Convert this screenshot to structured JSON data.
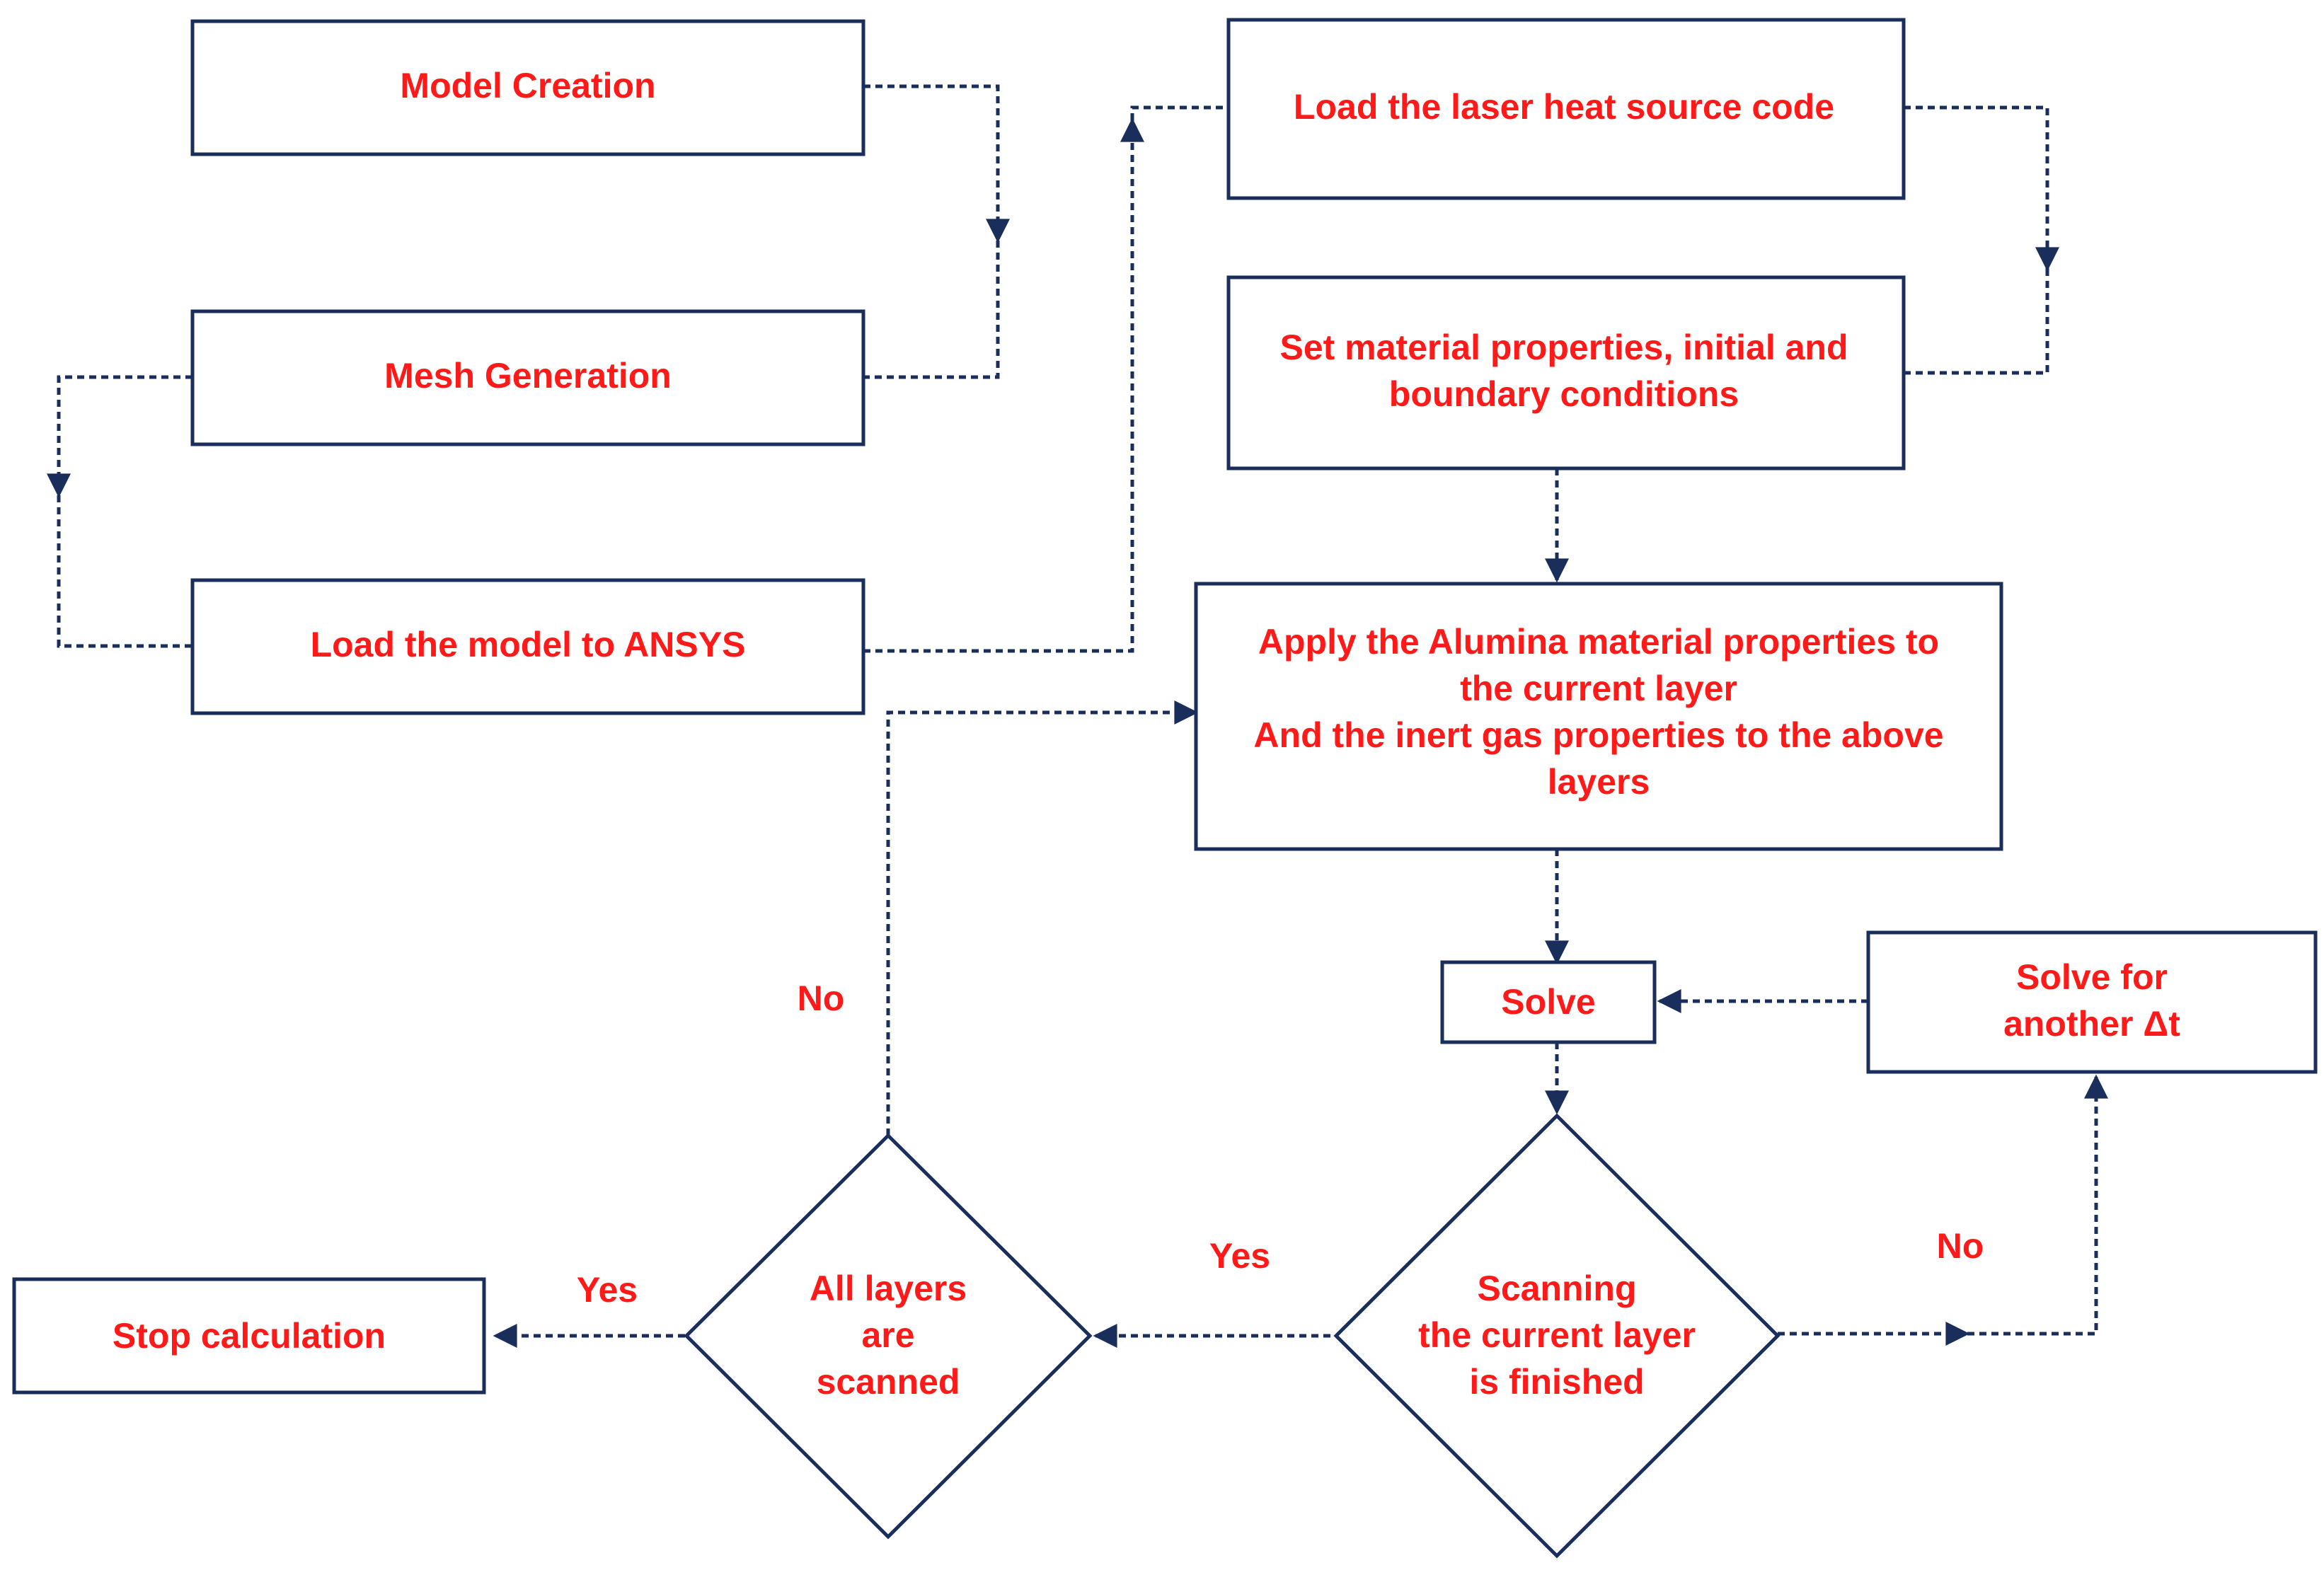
{
  "colors": {
    "text": "#ff1a1a",
    "stroke": "#1a2e5c",
    "background": "#ffffff"
  },
  "nodes": {
    "model_creation": "Model Creation",
    "mesh_generation": "Mesh Generation",
    "load_model": "Load the model to ANSYS",
    "load_laser": "Load the laser heat source code",
    "set_material": [
      "Set material properties, initial and",
      "boundary conditions"
    ],
    "apply_alumina": [
      "Apply the Alumina material properties to",
      "the current layer",
      "And the inert gas properties to the above",
      "layers"
    ],
    "solve": "Solve",
    "solve_another": [
      "Solve for",
      "another Δt"
    ],
    "scanning_finished": [
      "Scanning",
      "the current layer",
      "is finished"
    ],
    "all_layers": [
      "All layers",
      "are",
      "scanned"
    ],
    "stop": "Stop calculation"
  },
  "edge_labels": {
    "no_all_layers": "No",
    "yes_all_layers": "Yes",
    "yes_scanning": "Yes",
    "no_scanning": "No"
  }
}
